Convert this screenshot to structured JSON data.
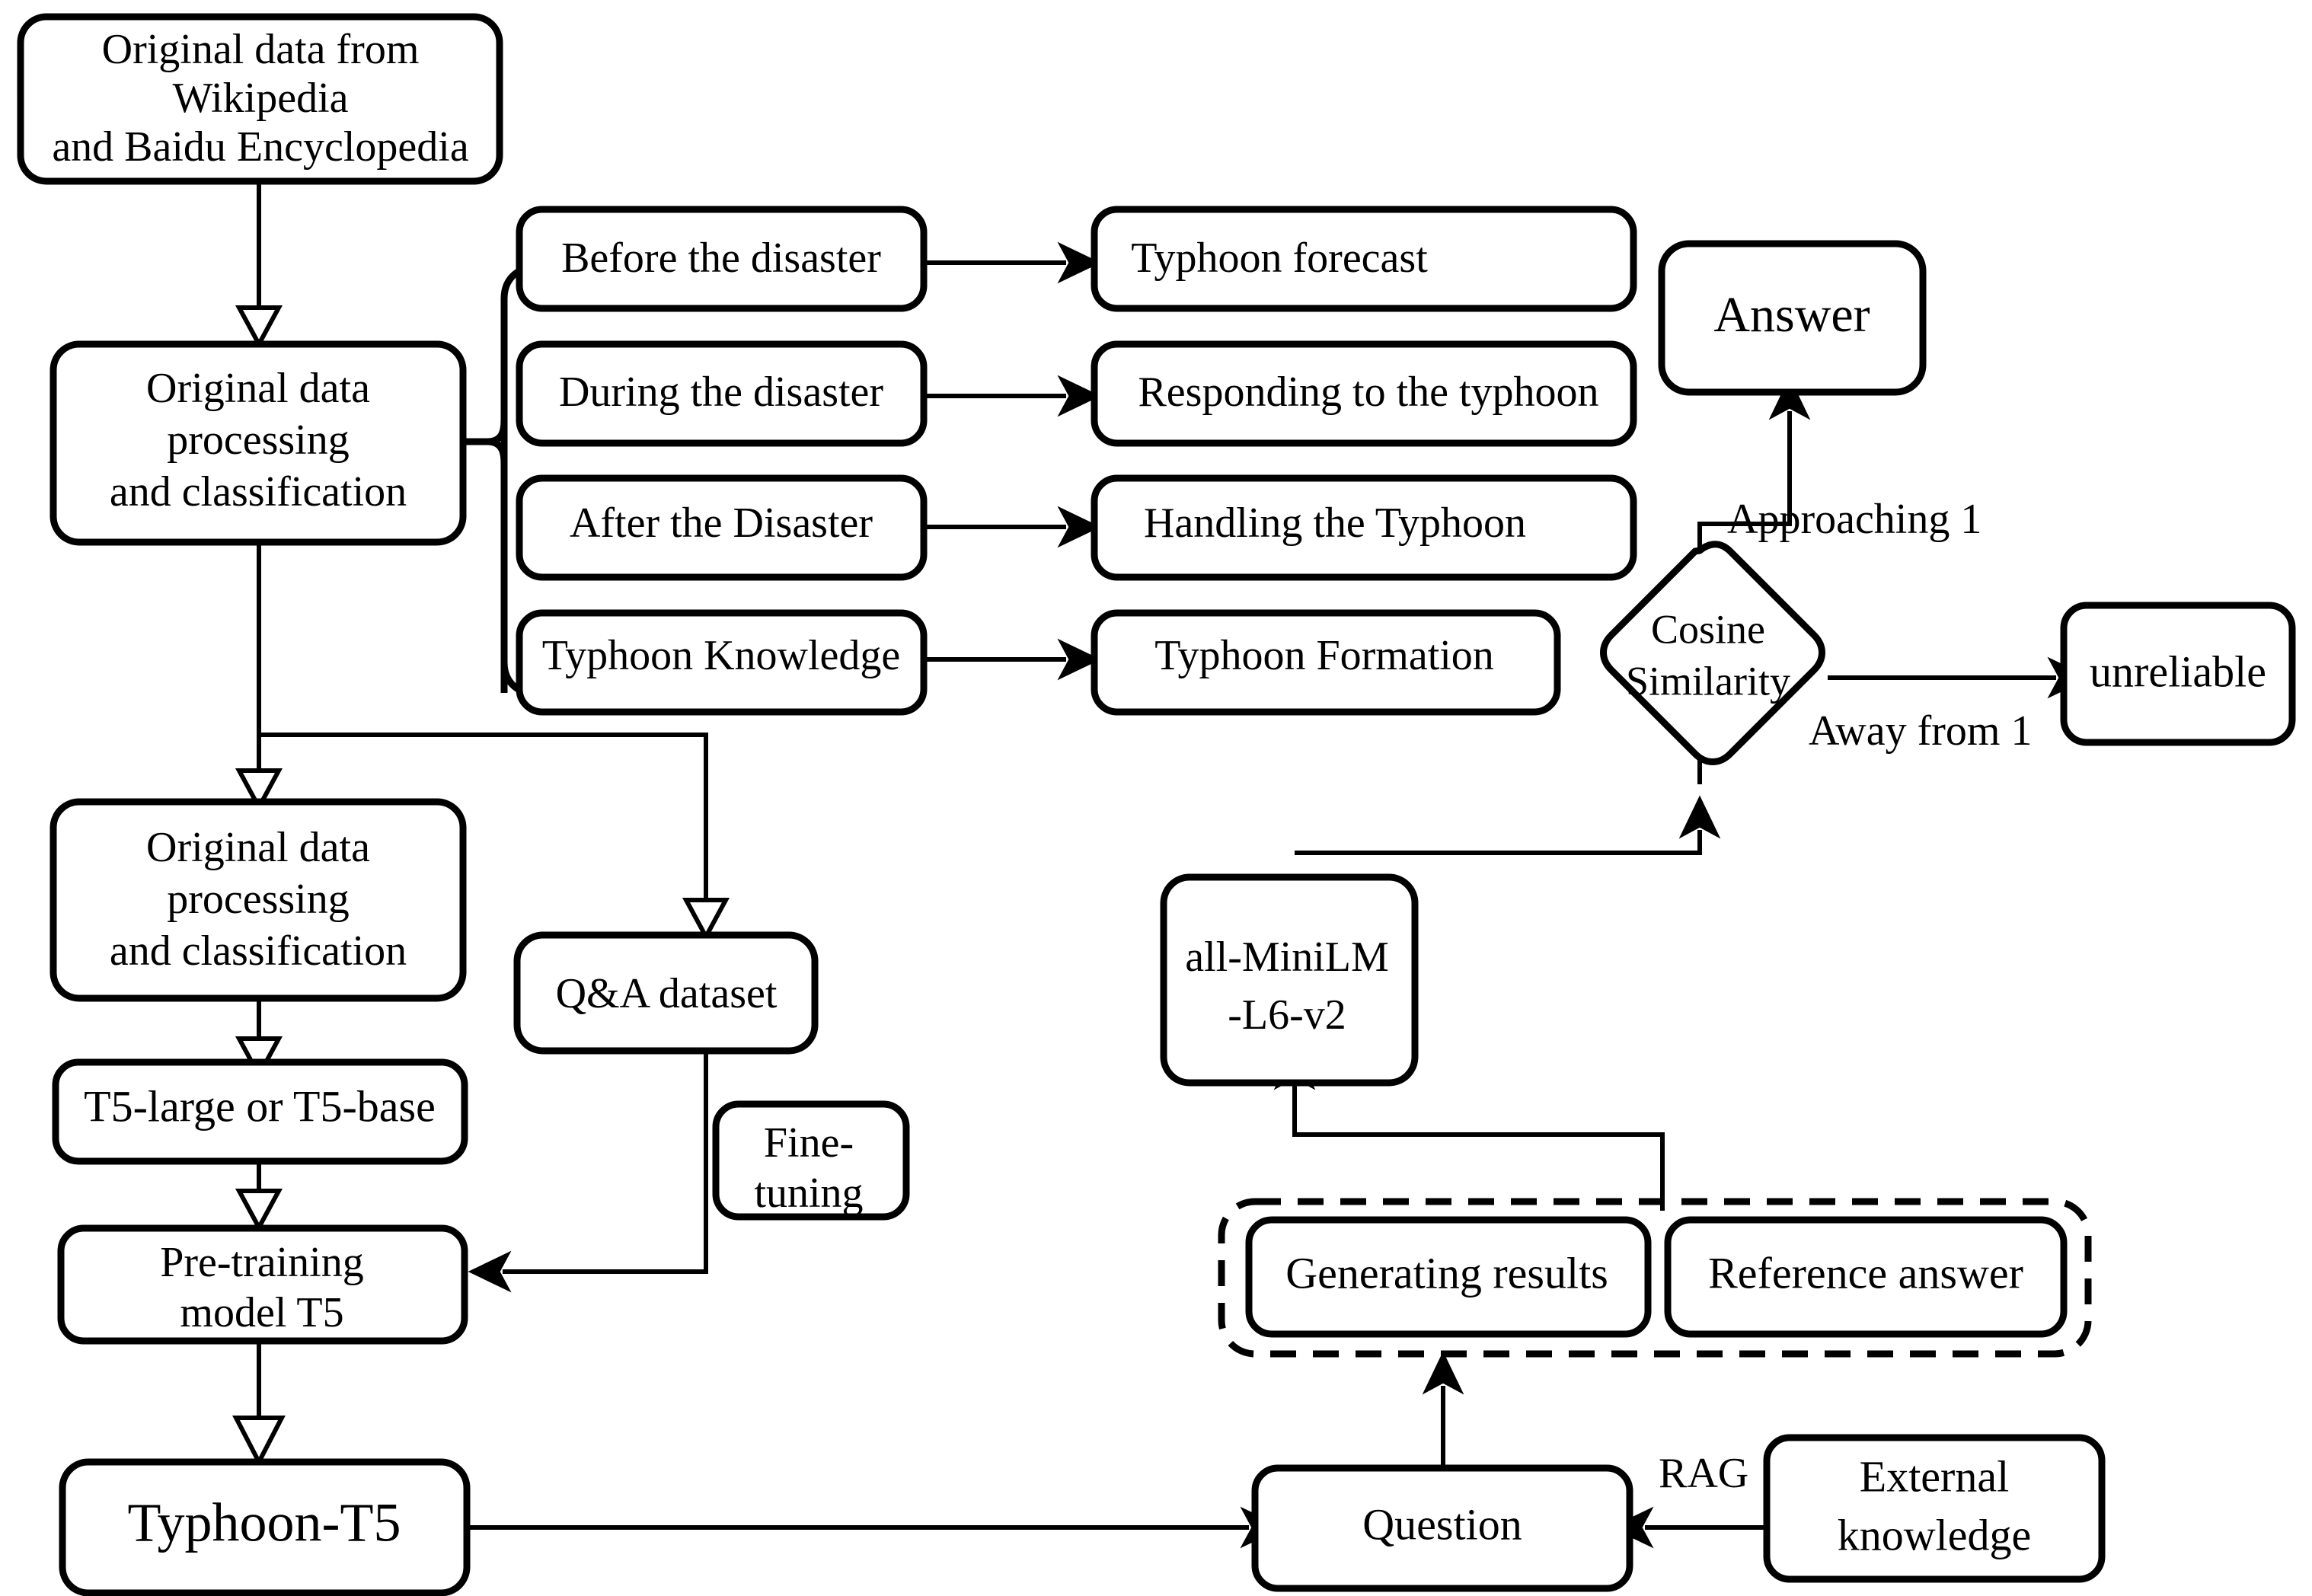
{
  "diagram": {
    "title": "Typhoon-T5 data processing, fine-tuning and RAG evaluation pipeline",
    "nodes": {
      "source_data": {
        "line1": "Original data from",
        "line2": "Wikipedia",
        "line3": "and Baidu Encyclopedia"
      },
      "processing_top": {
        "line1": "Original data",
        "line2": "processing",
        "line3": "and classification"
      },
      "before_disaster": {
        "label": "Before the disaster"
      },
      "during_disaster": {
        "label": "During the disaster"
      },
      "after_disaster": {
        "label": "After the Disaster"
      },
      "typhoon_knowledge": {
        "label": "Typhoon Knowledge"
      },
      "typhoon_forecast": {
        "label": "Typhoon forecast"
      },
      "responding_typhoon": {
        "label": "Responding to the typhoon"
      },
      "handling_typhoon": {
        "label": "Handling the Typhoon"
      },
      "typhoon_formation": {
        "label": "Typhoon Formation"
      },
      "answer": {
        "label": "Answer"
      },
      "cosine_similarity": {
        "line1": "Cosine",
        "line2": "Similarity"
      },
      "unreliable": {
        "label": "unreliable"
      },
      "processing_bottom": {
        "line1": "Original data",
        "line2": "processing",
        "line3": "and classification"
      },
      "qa_dataset": {
        "label": "Q&A dataset"
      },
      "fine_tuning": {
        "line1": "Fine-",
        "line2": "tuning"
      },
      "t5_variants": {
        "label": "T5-large or T5-base"
      },
      "pretraining_model": {
        "line1": "Pre-training",
        "line2": "model T5"
      },
      "typhoon_t5": {
        "label": "Typhoon-T5"
      },
      "all_minilm": {
        "line1": "all-MiniLM",
        "line2": "-L6-v2"
      },
      "generating_results": {
        "label": "Generating results"
      },
      "reference_answer": {
        "label": "Reference answer"
      },
      "question": {
        "label": "Question"
      },
      "external_knowledge": {
        "line1": "External",
        "line2": "knowledge"
      }
    },
    "edge_labels": {
      "approaching_one": "Approaching 1",
      "away_from_one": "Away from 1",
      "rag": "RAG"
    },
    "colors": {
      "stroke": "#000000",
      "fill": "#ffffff",
      "text": "#000000"
    }
  }
}
